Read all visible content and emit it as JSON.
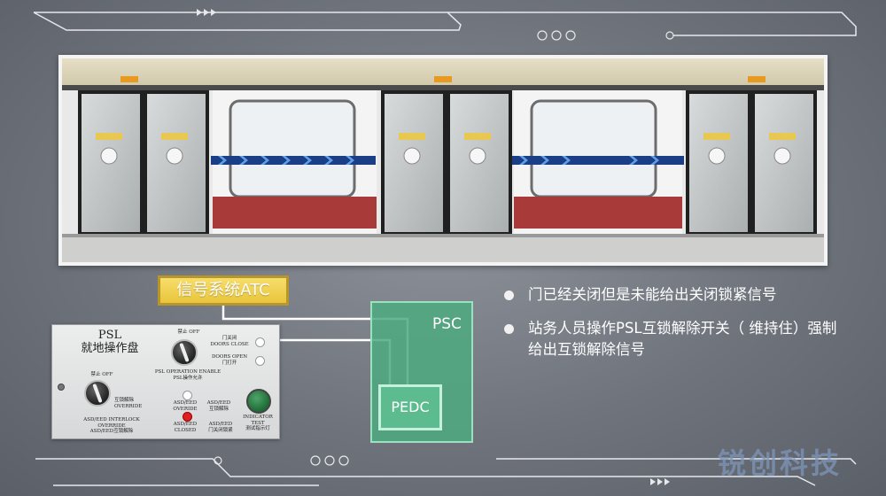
{
  "atc_label": "信号系统ATC",
  "psc_label": "PSC",
  "pedc_label": "PEDC",
  "panel": {
    "title_line1": "PSL",
    "title_line2": "就地操作盘",
    "knob1_top": "禁止  OFF",
    "knob1_right": "互锁解除\nOVERRIDE",
    "knob1_bottom": "ASD/EED INTERLOCK\nOVERRIDE\nASD/EED互锁解除",
    "knob2_top": "禁止  OFF",
    "knob2_bottom": "PSL OPERATION ENABLE\nPSL操作允许",
    "doors_close": "门关闭\nDOORS CLOSE",
    "doors_open": "DOORS OPEN\n门打开",
    "override_lamp_label": "ASD/EED\nOVERIDE",
    "override_lamp_right": "ASD/EED\n互锁解除",
    "closed_lamp_label": "ASD/EED\nCLOSED",
    "closed_lamp_right": "ASD/EED\n门关闭锁紧",
    "indicator_test": "INDICATOR\nTEST\n测试指示灯"
  },
  "bullets": [
    "门已经关闭但是未能给出关闭锁紧信号",
    "站务人员操作PSL互锁解除开关（ 维持住）强制给出互锁解除信号"
  ],
  "logo_text": "锐创科技",
  "colors": {
    "atc_fill": "#f0d050",
    "psc_fill": "#4eaa80",
    "connection_line": "#ffffff",
    "lamp_red": "#e02020"
  }
}
